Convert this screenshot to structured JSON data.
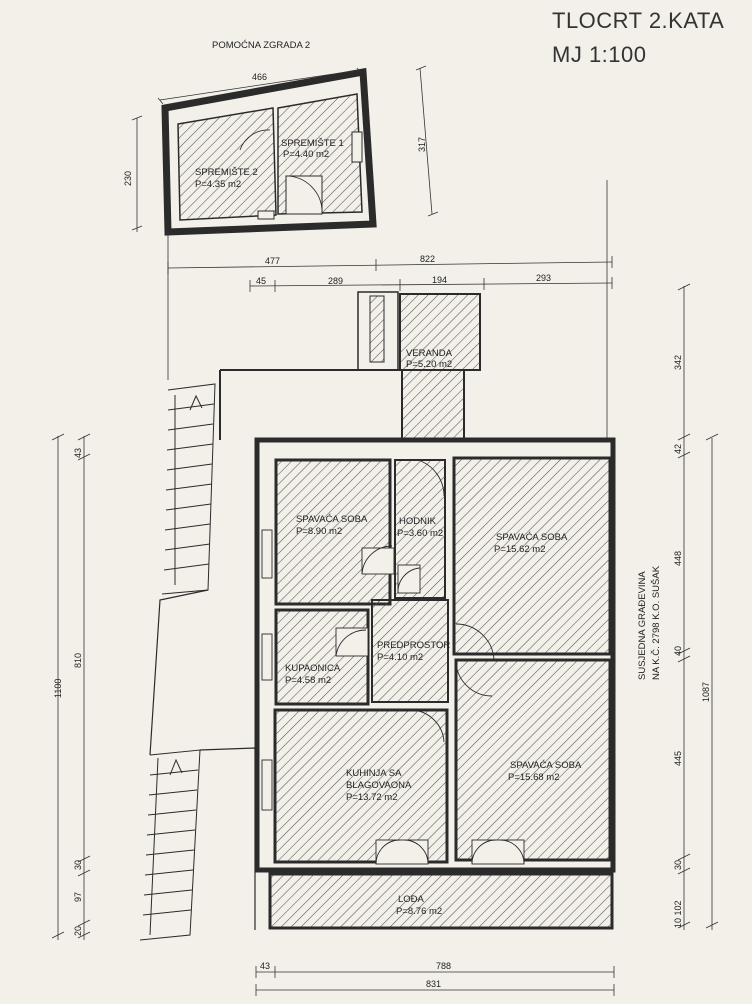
{
  "title": {
    "line1": "TLOCRT 2.KATA",
    "line2": "MJ 1:100"
  },
  "annex": {
    "name": "POMOĆNA ZGRADA 2"
  },
  "rooms": {
    "spremiste1": {
      "name": "SPREMIŠTE 1",
      "area": "P=4.40 m2"
    },
    "spremiste2": {
      "name": "SPREMIŠTE 2",
      "area": "P=4.35 m2"
    },
    "veranda": {
      "name": "VERANDA",
      "area": "P=5.20 m2"
    },
    "spavaca1": {
      "name": "SPAVAĆA SOBA",
      "area": "P=8.90 m2"
    },
    "hodnik": {
      "name": "HODNIK",
      "area": "P=3.60 m2"
    },
    "spavaca2": {
      "name": "SPAVAĆA SOBA",
      "area": "P=15.62 m2"
    },
    "predprostor": {
      "name": "PREDPROSTOR",
      "area": "P=4.10 m2"
    },
    "kupaonica": {
      "name": "KUPAONICA",
      "area": "P=4.58 m2"
    },
    "kuhinja": {
      "name1": "KUHINJA SA",
      "name2": "BLAGOVAONA",
      "area": "P=13.72 m2"
    },
    "spavaca3": {
      "name": "SPAVAĆA SOBA",
      "area": "P=15.68 m2"
    },
    "lodja": {
      "name": "LOĐA",
      "area": "P=8.76 m2"
    }
  },
  "neighbor": {
    "line1": "SUSJEDNA GRAĐEVINA",
    "line2": "NA K.Č. 2798 K.O. SUŠAK"
  },
  "dims": {
    "d466": "466",
    "d230": "230",
    "d317": "317",
    "d477": "477",
    "d822": "822",
    "d45": "45",
    "d289": "289",
    "d194": "194",
    "d293": "293",
    "d342": "342",
    "d42": "42",
    "d448": "448",
    "d40": "40",
    "d445": "445",
    "d30r": "30",
    "d10102": "10 102",
    "d1087": "1087",
    "d1100": "1100",
    "d43l": "43",
    "d810": "810",
    "d30l": "30",
    "d97": "97",
    "d20": "20",
    "d43b": "43",
    "d788": "788",
    "d831": "831"
  },
  "colors": {
    "paper": "#f3f0ea",
    "wall": "#2b2b2b",
    "hatch": "#555555",
    "dimline": "#333333"
  }
}
